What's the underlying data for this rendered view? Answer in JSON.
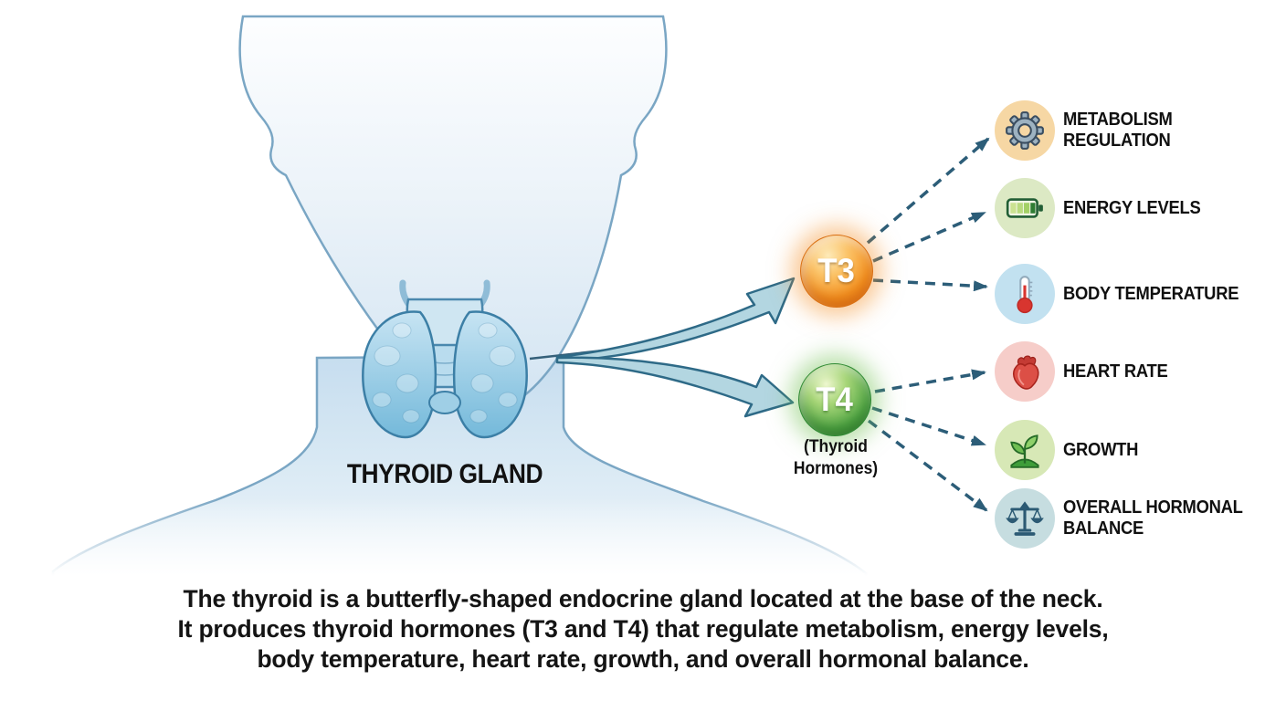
{
  "figure": {
    "gland_label": "THYROID GLAND"
  },
  "hormones": {
    "t3_label": "T3",
    "t4_label": "T4",
    "group_caption": "(Thyroid\nHormones)"
  },
  "effects": [
    {
      "label": "METABOLISM\nREGULATION",
      "icon": "gear-icon",
      "circle_color": "#f6d7a4"
    },
    {
      "label": "ENERGY LEVELS",
      "icon": "battery-icon",
      "circle_color": "#dce9c4"
    },
    {
      "label": "BODY TEMPERATURE",
      "icon": "thermometer-icon",
      "circle_color": "#c2e1f0"
    },
    {
      "label": "HEART RATE",
      "icon": "heart-icon",
      "circle_color": "#f6cdc9"
    },
    {
      "label": "GROWTH",
      "icon": "plant-icon",
      "circle_color": "#d7e8b6"
    },
    {
      "label": "OVERALL HORMONAL\nBALANCE",
      "icon": "balance-scale-icon",
      "circle_color": "#c6dde0"
    }
  ],
  "caption": {
    "line1": "The thyroid is a butterfly-shaped endocrine gland located at the base of the neck.",
    "line2": "It produces thyroid hormones (T3 and T4) that regulate metabolism, energy levels,",
    "line3": "body temperature, heart rate, growth, and overall hormonal balance."
  },
  "colors": {
    "silhouette_fill": "#d6e7f4",
    "silhouette_outline": "#7aa6c4",
    "thyroid_fill": "#8ec6e0",
    "thyroid_outline": "#3c7fa6",
    "big_arrow_fill": "#b3d6e1",
    "big_arrow_outline": "#2e6a87",
    "dashed_arrow": "#2c5d78",
    "t3_orange": "#f08a1f",
    "t4_green": "#3f9c42",
    "text_black": "#141414"
  }
}
